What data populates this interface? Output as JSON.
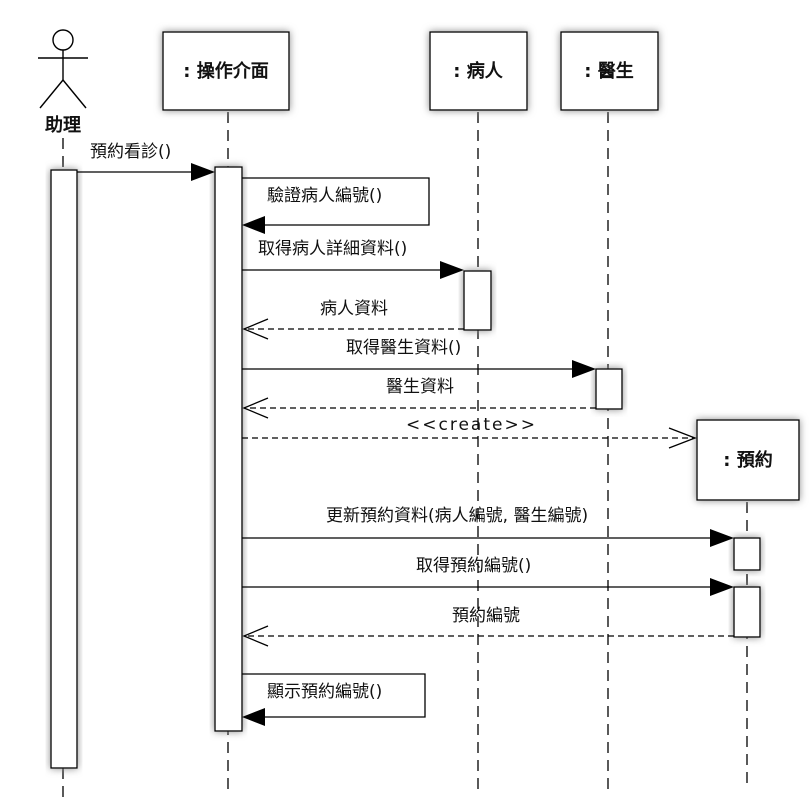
{
  "actor": {
    "name": "助理",
    "icon": "stick-figure-icon"
  },
  "lifelines": {
    "ui": ": 操作介面",
    "patient": ": 病人",
    "doctor": ": 醫生",
    "appointment": ": 預約"
  },
  "messages": {
    "request_appointment": "預約看診()",
    "verify_patient": "驗證病人編號()",
    "get_patient_details": "取得病人詳細資料()",
    "patient_data": "病人資料",
    "get_doctor_data": "取得醫生資料()",
    "doctor_data": "醫生資料",
    "create": "<<create>>",
    "update_appointment": "更新預約資料(病人編號, 醫生編號)",
    "get_appointment_number": "取得預約編號()",
    "appointment_number": "預約編號",
    "show_appointment_number": "顯示預約編號()"
  },
  "colors": {
    "shadow": "#9a9a9a",
    "line": "#000000",
    "background": "#ffffff"
  }
}
